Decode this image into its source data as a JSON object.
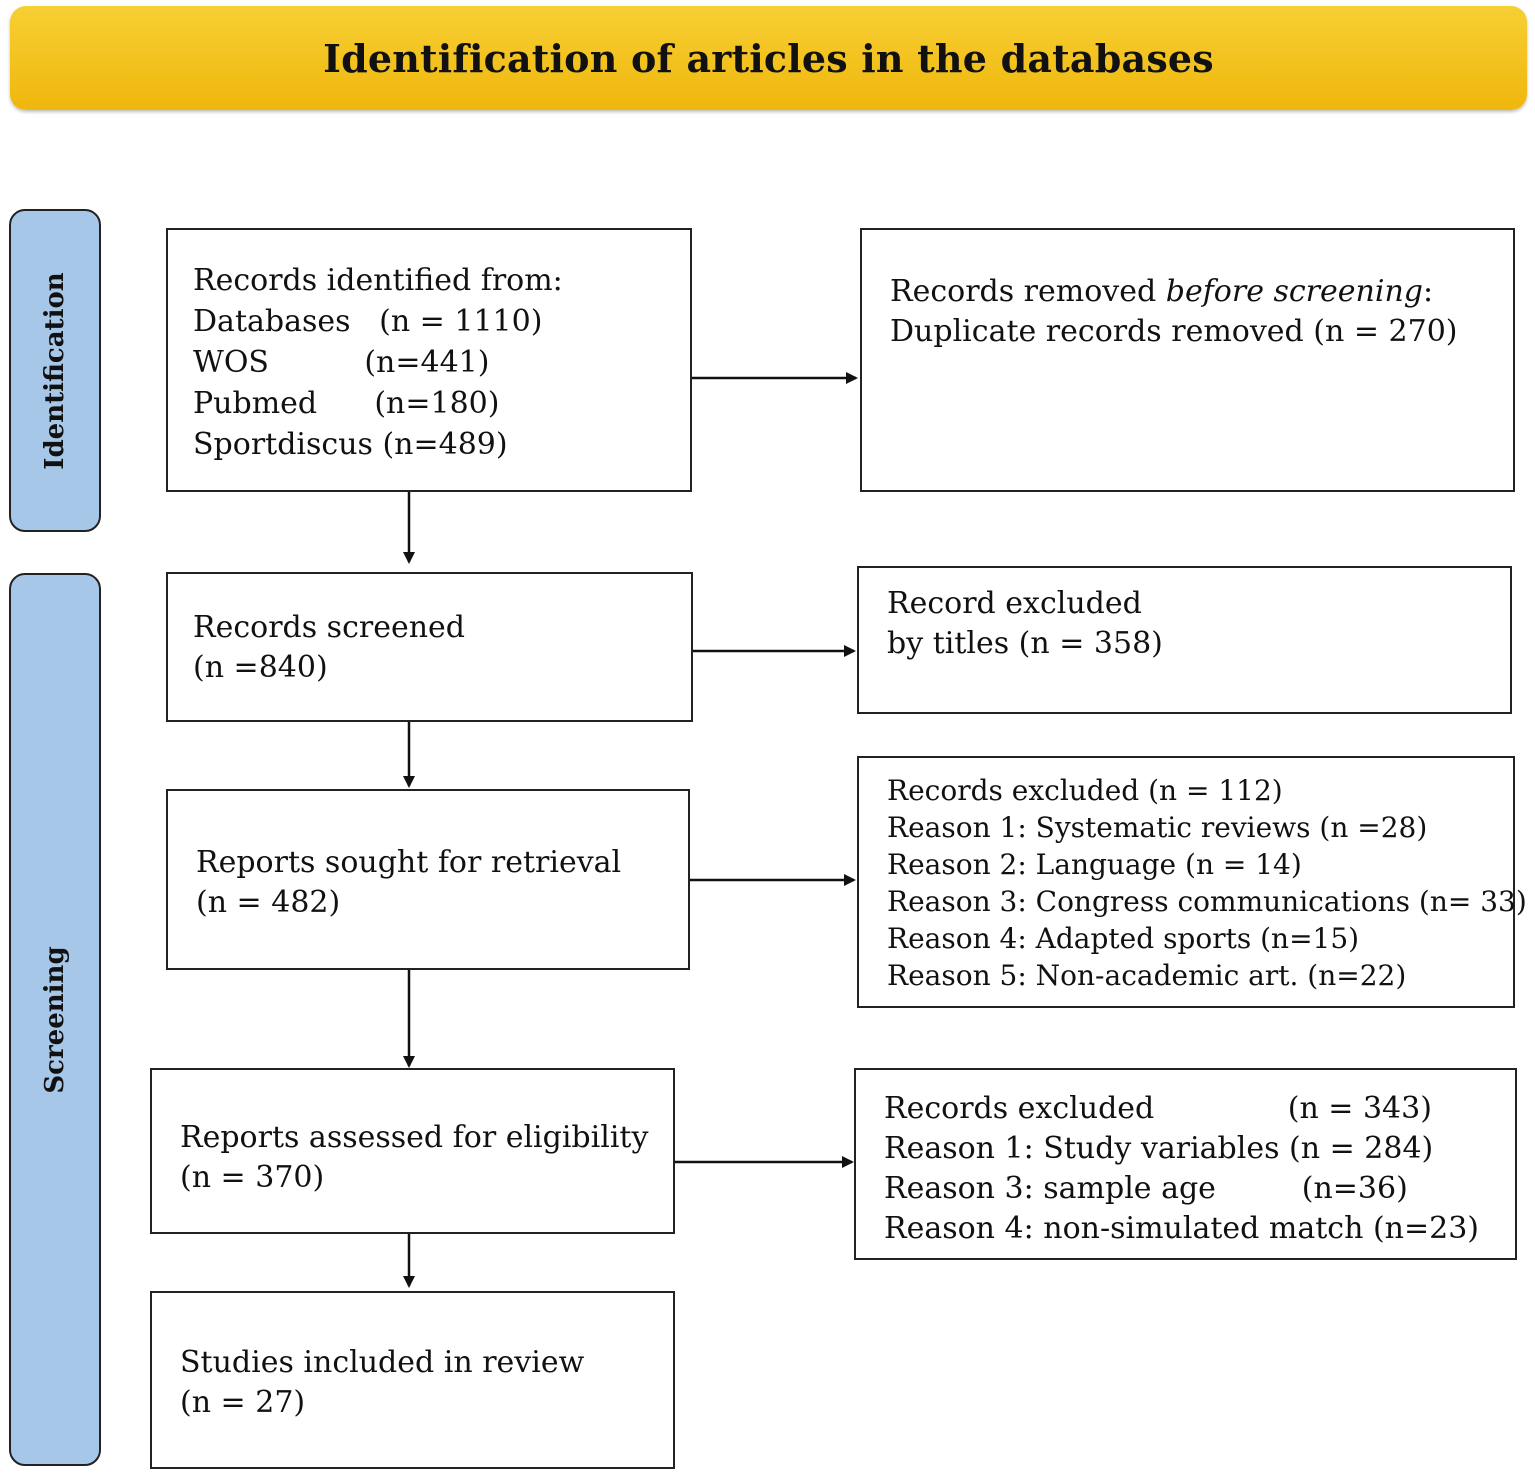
{
  "header": {
    "title": "Identification of articles in the databases"
  },
  "phases": {
    "identification": "Identification",
    "screening": "Screening"
  },
  "identified": {
    "lines": [
      "Records identified from:",
      "Databases   (n = 1110)",
      "WOS          (n=441)",
      "Pubmed      (n=180)",
      "Sportdiscus (n=489)"
    ]
  },
  "removed": {
    "line1_prefix": "Records removed ",
    "line1_italic": "before screening",
    "line1_suffix": ":",
    "line2": "Duplicate records removed (n = 270)"
  },
  "screened": {
    "lines": [
      "Records screened",
      "(n =840)"
    ]
  },
  "excluded_titles": {
    "lines": [
      "Record excluded",
      "by titles (n = 358)"
    ]
  },
  "sought": {
    "lines": [
      "Reports sought for retrieval",
      "(n = 482)"
    ]
  },
  "excluded_retrieval": {
    "lines": [
      "Records excluded (n = 112)",
      "Reason 1: Systematic reviews (n =28)",
      "Reason 2: Language (n = 14)",
      "Reason 3: Congress communications (n= 33)",
      "Reason 4: Adapted sports (n=15)",
      "Reason 5: Non-academic art. (n=22)"
    ]
  },
  "assessed": {
    "lines": [
      "Reports assessed for eligibility",
      "(n = 370)"
    ]
  },
  "excluded_eligibility": {
    "lines": [
      "Records excluded              (n = 343)",
      "Reason 1: Study variables (n = 284)",
      "Reason 3: sample age         (n=36)",
      "Reason 4: non-simulated match (n=23)"
    ]
  },
  "included": {
    "lines": [
      "Studies included in review",
      "(n = 27)"
    ]
  },
  "colors": {
    "header_fill": "#f2c01c",
    "phase_fill": "#a7c7e9",
    "stroke": "#222222"
  }
}
